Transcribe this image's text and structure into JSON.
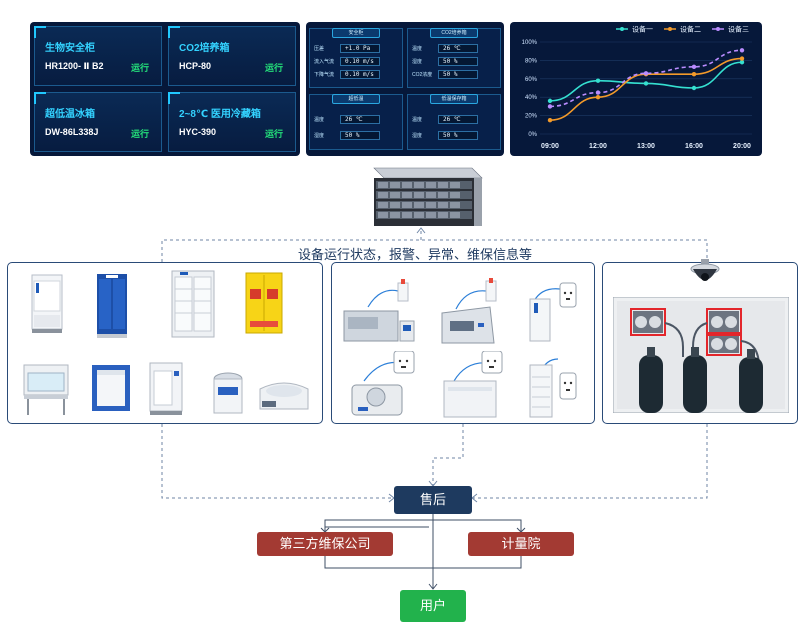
{
  "dashboard_devices": [
    {
      "name": "生物安全柜",
      "model": "HR1200- Ⅱ B2",
      "status": "运行"
    },
    {
      "name": "CO2培养箱",
      "model": "HCP-80",
      "status": "运行"
    },
    {
      "name": "超低温冰箱",
      "model": "DW-86L338J",
      "status": "运行"
    },
    {
      "name": "2~8℃ 医用冷藏箱",
      "model": "HYC-390",
      "status": "运行"
    }
  ],
  "dashboard_readings": {
    "panels": [
      {
        "title": "安全柜",
        "rows": [
          {
            "label": "压差",
            "value": "+1.0 Pa"
          },
          {
            "label": "流入气流",
            "value": "0.10 m/s"
          },
          {
            "label": "下降气流",
            "value": "0.10 m/s"
          }
        ]
      },
      {
        "title": "CO2培养箱",
        "rows": [
          {
            "label": "温度",
            "value": "26 ℃"
          },
          {
            "label": "湿度",
            "value": "50 %"
          },
          {
            "label": "CO2浓度",
            "value": "50 %"
          }
        ]
      },
      {
        "title": "超低温",
        "rows": [
          {
            "label": "温度",
            "value": "26 ℃"
          },
          {
            "label": "湿度",
            "value": "50 %"
          }
        ]
      },
      {
        "title": "低温保存箱",
        "rows": [
          {
            "label": "温度",
            "value": "26 ℃"
          },
          {
            "label": "湿度",
            "value": "50 %"
          }
        ]
      }
    ]
  },
  "chart_data": {
    "type": "line",
    "x": [
      "09:00",
      "12:00",
      "13:00",
      "16:00",
      "20:00"
    ],
    "yticks": [
      "0%",
      "20%",
      "40%",
      "60%",
      "80%",
      "100%"
    ],
    "ylim": [
      0,
      100
    ],
    "legend_position": "top-right",
    "grid": true,
    "series": [
      {
        "name": "设备一",
        "color": "#35e0d0",
        "dashed": false,
        "values": [
          36,
          58,
          55,
          50,
          78
        ]
      },
      {
        "name": "设备二",
        "color": "#f39a2a",
        "dashed": false,
        "values": [
          15,
          40,
          65,
          65,
          82
        ]
      },
      {
        "name": "设备三",
        "color": "#b98cff",
        "dashed": true,
        "values": [
          30,
          45,
          66,
          73,
          91
        ]
      }
    ]
  },
  "flow": {
    "main_label": "设备运行状态，报警、异常、维保信息等",
    "after_sales": "售后",
    "third_party": "第三方维保公司",
    "metrology": "计量院",
    "user": "用户"
  },
  "colors": {
    "dashboard_bg": "#06183a",
    "after_sales": "#1e3a5f",
    "third_party": "#a33a33",
    "metrology": "#a33a33",
    "user": "#22b24c"
  }
}
